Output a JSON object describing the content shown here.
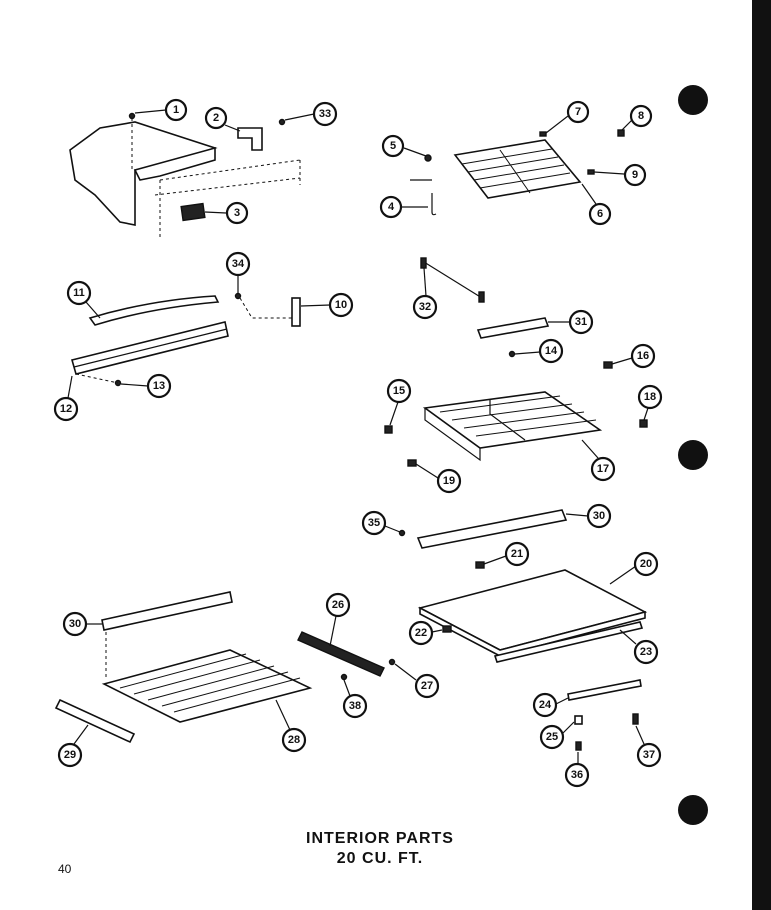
{
  "title": {
    "line1": "INTERIOR PARTS",
    "line2": "20 CU. FT."
  },
  "page_number": "40",
  "callouts": [
    {
      "id": "c1",
      "label": "1"
    },
    {
      "id": "c2",
      "label": "2"
    },
    {
      "id": "c33",
      "label": "33"
    },
    {
      "id": "c3",
      "label": "3"
    },
    {
      "id": "c5",
      "label": "5"
    },
    {
      "id": "c4",
      "label": "4"
    },
    {
      "id": "c7",
      "label": "7"
    },
    {
      "id": "c8",
      "label": "8"
    },
    {
      "id": "c9",
      "label": "9"
    },
    {
      "id": "c6",
      "label": "6"
    },
    {
      "id": "c34",
      "label": "34"
    },
    {
      "id": "c11",
      "label": "11"
    },
    {
      "id": "c10",
      "label": "10"
    },
    {
      "id": "c12",
      "label": "12"
    },
    {
      "id": "c13",
      "label": "13"
    },
    {
      "id": "c32",
      "label": "32"
    },
    {
      "id": "c31",
      "label": "31"
    },
    {
      "id": "c14",
      "label": "14"
    },
    {
      "id": "c16",
      "label": "16"
    },
    {
      "id": "c15",
      "label": "15"
    },
    {
      "id": "c18",
      "label": "18"
    },
    {
      "id": "c19",
      "label": "19"
    },
    {
      "id": "c17",
      "label": "17"
    },
    {
      "id": "c35",
      "label": "35"
    },
    {
      "id": "c30a",
      "label": "30"
    },
    {
      "id": "c21",
      "label": "21"
    },
    {
      "id": "c20",
      "label": "20"
    },
    {
      "id": "c30b",
      "label": "30"
    },
    {
      "id": "c26",
      "label": "26"
    },
    {
      "id": "c22",
      "label": "22"
    },
    {
      "id": "c23",
      "label": "23"
    },
    {
      "id": "c27",
      "label": "27"
    },
    {
      "id": "c38",
      "label": "38"
    },
    {
      "id": "c28",
      "label": "28"
    },
    {
      "id": "c29",
      "label": "29"
    },
    {
      "id": "c24",
      "label": "24"
    },
    {
      "id": "c25",
      "label": "25"
    },
    {
      "id": "c36",
      "label": "36"
    },
    {
      "id": "c37",
      "label": "37"
    }
  ]
}
